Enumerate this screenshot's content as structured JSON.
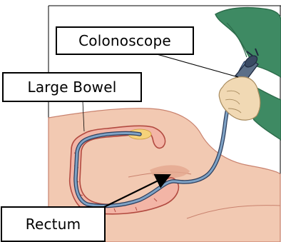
{
  "labels": {
    "colonoscope": "Colonoscope",
    "large_bowel": "Large Bowel",
    "rectum": "Rectum"
  },
  "colors": {
    "skin": "#F2C9B2",
    "skin_shadow": "#E4A78F",
    "bowel_fill": "#F3B5A6",
    "bowel_outline": "#B24A40",
    "scope_tube": "#7FA3C6",
    "scope_outline": "#2E3E5C",
    "gown": "#3E8A63",
    "gown_dark": "#2C6B4A",
    "glove": "#F1D9B4",
    "cecum_highlight": "#F6D27A",
    "arrow": "#000000"
  },
  "icons": {
    "colonoscope": "colonoscope-icon",
    "hand": "gloved-hand-icon",
    "arrow": "pointer-arrow-icon"
  }
}
